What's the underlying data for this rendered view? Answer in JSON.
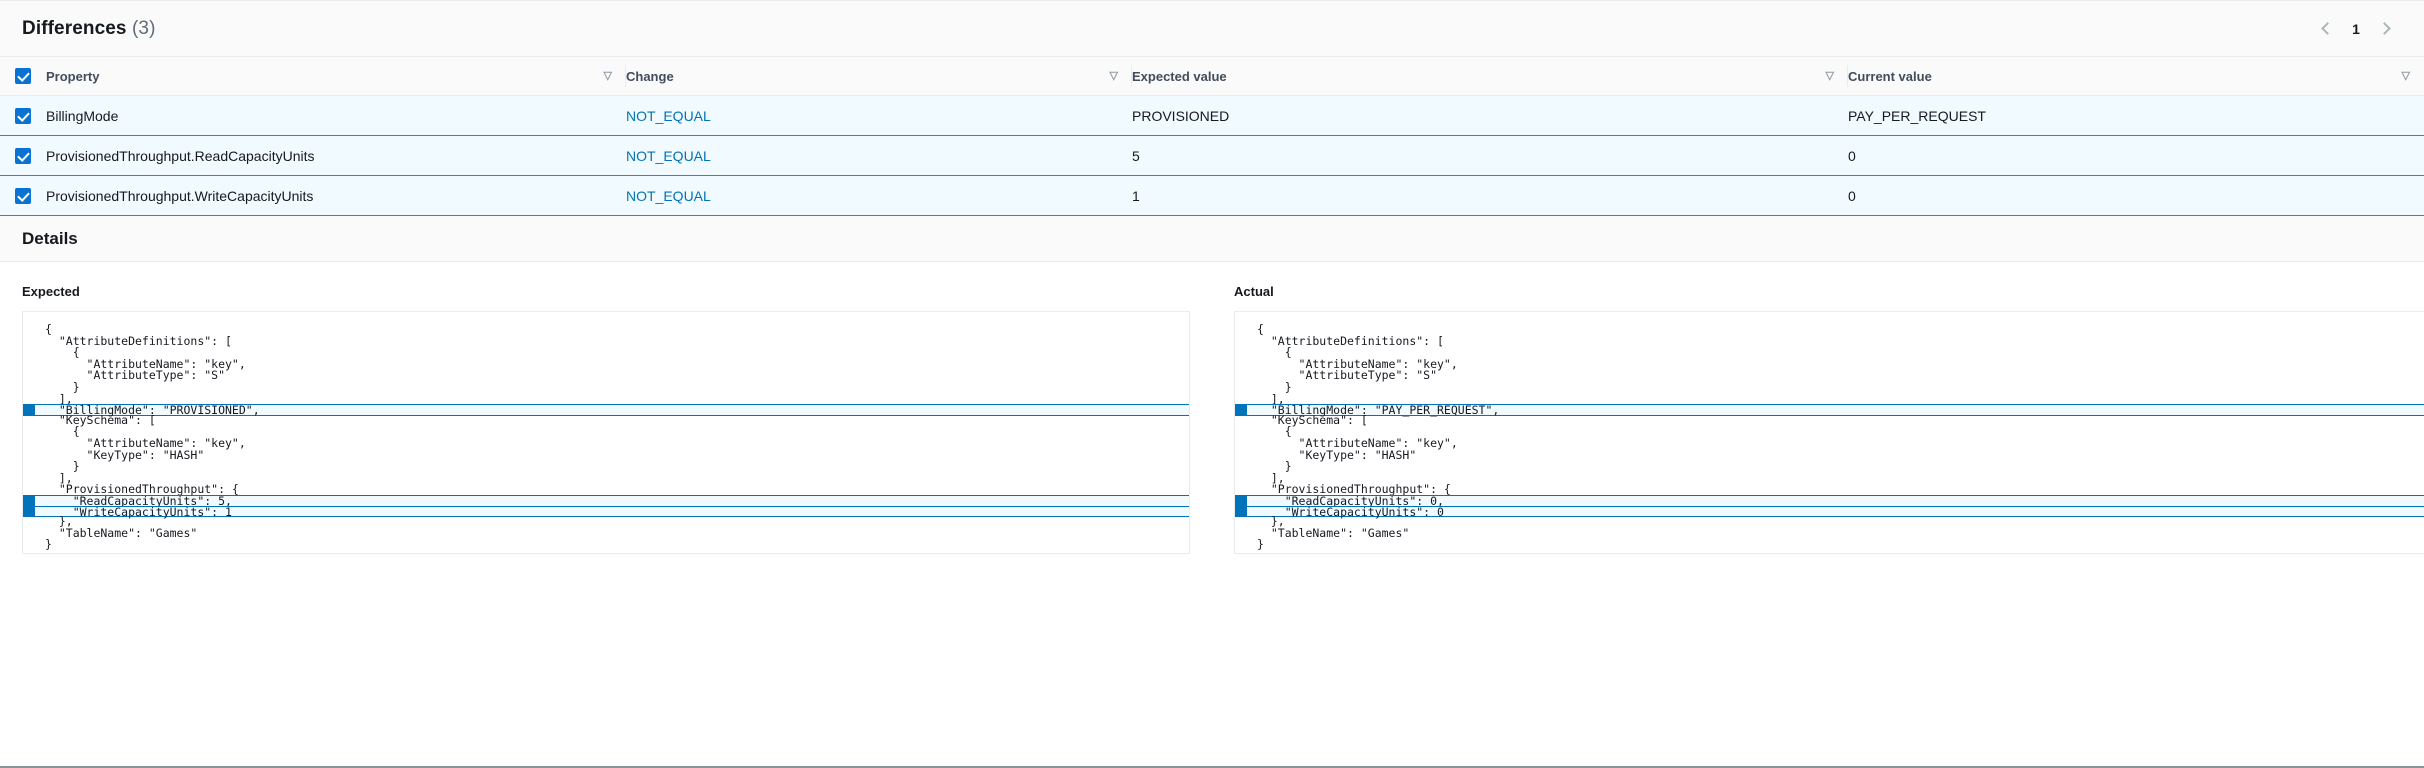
{
  "differences": {
    "title": "Differences",
    "count": "(3)",
    "pagination": {
      "prev_icon": "chevron-left-icon",
      "page": "1",
      "next_icon": "chevron-right-icon"
    },
    "columns": [
      {
        "label": "Property",
        "sort_icon": "sort-descending-icon"
      },
      {
        "label": "Change",
        "sort_icon": "sort-descending-icon"
      },
      {
        "label": "Expected value",
        "sort_icon": "sort-descending-icon"
      },
      {
        "label": "Current value",
        "sort_icon": "sort-descending-icon"
      }
    ],
    "select_all_checked": true,
    "rows": [
      {
        "checked": true,
        "property": "BillingMode",
        "change": "NOT_EQUAL",
        "expected_value": "PROVISIONED",
        "current_value": "PAY_PER_REQUEST"
      },
      {
        "checked": true,
        "property": "ProvisionedThroughput.ReadCapacityUnits",
        "change": "NOT_EQUAL",
        "expected_value": "5",
        "current_value": "0"
      },
      {
        "checked": true,
        "property": "ProvisionedThroughput.WriteCapacityUnits",
        "change": "NOT_EQUAL",
        "expected_value": "1",
        "current_value": "0"
      }
    ]
  },
  "details": {
    "title": "Details",
    "expected": {
      "label": "Expected",
      "lines": [
        {
          "text": "{",
          "highlighted": false
        },
        {
          "text": "  \"AttributeDefinitions\": [",
          "highlighted": false
        },
        {
          "text": "    {",
          "highlighted": false
        },
        {
          "text": "      \"AttributeName\": \"key\",",
          "highlighted": false
        },
        {
          "text": "      \"AttributeType\": \"S\"",
          "highlighted": false
        },
        {
          "text": "    }",
          "highlighted": false
        },
        {
          "text": "  ],",
          "highlighted": false
        },
        {
          "text": "  \"BillingMode\": \"PROVISIONED\",",
          "highlighted": true
        },
        {
          "text": "  \"KeySchema\": [",
          "highlighted": false
        },
        {
          "text": "    {",
          "highlighted": false
        },
        {
          "text": "      \"AttributeName\": \"key\",",
          "highlighted": false
        },
        {
          "text": "      \"KeyType\": \"HASH\"",
          "highlighted": false
        },
        {
          "text": "    }",
          "highlighted": false
        },
        {
          "text": "  ],",
          "highlighted": false
        },
        {
          "text": "  \"ProvisionedThroughput\": {",
          "highlighted": false
        },
        {
          "text": "    \"ReadCapacityUnits\": 5,",
          "highlighted": true
        },
        {
          "text": "    \"WriteCapacityUnits\": 1",
          "highlighted": true
        },
        {
          "text": "  },",
          "highlighted": false
        },
        {
          "text": "  \"TableName\": \"Games\"",
          "highlighted": false
        },
        {
          "text": "}",
          "highlighted": false
        }
      ]
    },
    "actual": {
      "label": "Actual",
      "lines": [
        {
          "text": "{",
          "highlighted": false
        },
        {
          "text": "  \"AttributeDefinitions\": [",
          "highlighted": false
        },
        {
          "text": "    {",
          "highlighted": false
        },
        {
          "text": "      \"AttributeName\": \"key\",",
          "highlighted": false
        },
        {
          "text": "      \"AttributeType\": \"S\"",
          "highlighted": false
        },
        {
          "text": "    }",
          "highlighted": false
        },
        {
          "text": "  ],",
          "highlighted": false
        },
        {
          "text": "  \"BillingMode\": \"PAY_PER_REQUEST\",",
          "highlighted": true
        },
        {
          "text": "  \"KeySchema\": [",
          "highlighted": false
        },
        {
          "text": "    {",
          "highlighted": false
        },
        {
          "text": "      \"AttributeName\": \"key\",",
          "highlighted": false
        },
        {
          "text": "      \"KeyType\": \"HASH\"",
          "highlighted": false
        },
        {
          "text": "    }",
          "highlighted": false
        },
        {
          "text": "  ],",
          "highlighted": false
        },
        {
          "text": "  \"ProvisionedThroughput\": {",
          "highlighted": false
        },
        {
          "text": "    \"ReadCapacityUnits\": 0,",
          "highlighted": true
        },
        {
          "text": "    \"WriteCapacityUnits\": 0",
          "highlighted": true
        },
        {
          "text": "  },",
          "highlighted": false
        },
        {
          "text": "  \"TableName\": \"Games\"",
          "highlighted": false
        },
        {
          "text": "}",
          "highlighted": false
        }
      ]
    }
  },
  "colors": {
    "accent_blue": "#0073bb",
    "checkbox_blue": "#0972d3",
    "row_border_teal": "#00a1c9",
    "row_bg": "#f1faff",
    "header_bg": "#fafafa",
    "border_grey": "#e9ebed",
    "text_dark": "#16191f",
    "text_muted": "#5f6b7a"
  }
}
